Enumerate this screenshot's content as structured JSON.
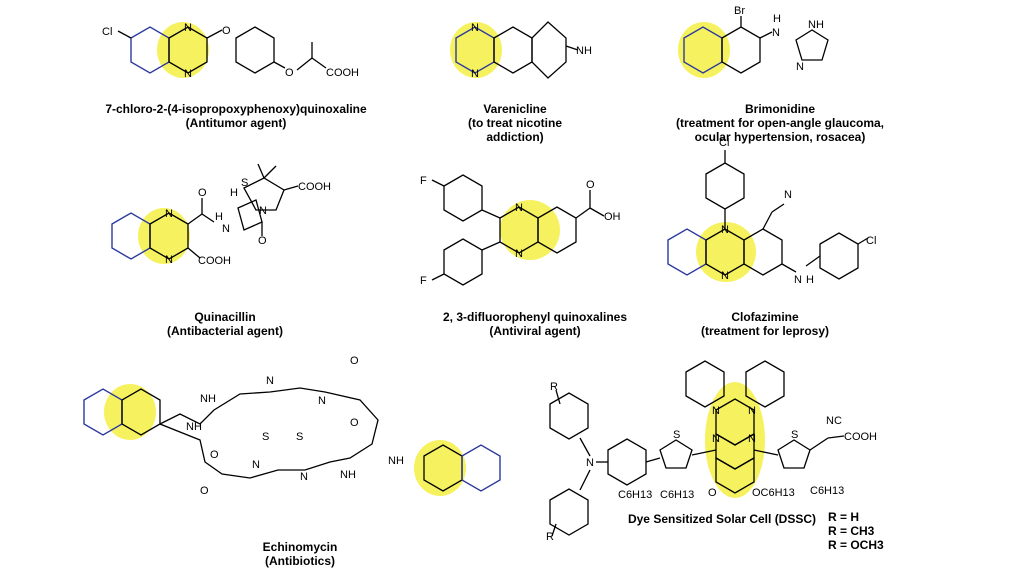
{
  "molecules": [
    {
      "id": "quinoxaline-chloro",
      "name": "7-chloro-2-(4-isopropoxyphenoxy)quinoxaline",
      "activity": "(Antitumor agent)"
    },
    {
      "id": "varenicline",
      "name": "Varenicline",
      "activity": "(to treat nicotine",
      "activity2": "addiction)"
    },
    {
      "id": "brimonidine",
      "name": "Brimonidine",
      "activity": "(treatment for open-angle glaucoma,",
      "activity2": "ocular hypertension, rosacea)"
    },
    {
      "id": "quinacillin",
      "name": "Quinacillin",
      "activity": "(Antibacterial agent)"
    },
    {
      "id": "difluorophenyl",
      "name": "2, 3-difluorophenyl quinoxalines",
      "activity": "(Antiviral agent)"
    },
    {
      "id": "clofazimine",
      "name": "Clofazimine",
      "activity": "(treatment for leprosy)"
    },
    {
      "id": "echinomycin",
      "name": "Echinomycin",
      "activity": "(Antibiotics)"
    },
    {
      "id": "dssc",
      "name": "Dye Sensitized Solar Cell (DSSC)"
    }
  ],
  "atoms": {
    "cl": "Cl",
    "o": "O",
    "n": "N",
    "nh": "NH",
    "h": "H",
    "s": "S",
    "br": "Br",
    "f": "F",
    "cooh": "COOH",
    "oh": "OH",
    "nc": "NC",
    "c6h13": "C6H13",
    "oc6h13": "OC6H13",
    "r": "R"
  },
  "r_groups": [
    "R = H",
    "R = CH3",
    "R = OCH3"
  ],
  "colors": {
    "highlight": "#f3ee2a",
    "ring": "#2b3a9c",
    "bond": "#000000"
  }
}
